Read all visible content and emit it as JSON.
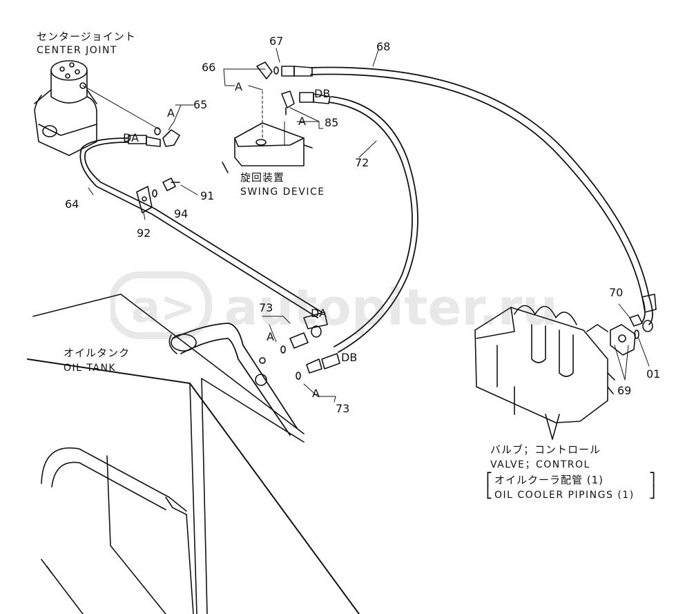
{
  "labels": {
    "center_joint_jp": "センタージョイント",
    "center_joint_en": "CENTER JOINT",
    "swing_device_jp": "旋回装置",
    "swing_device_en": "SWING DEVICE",
    "oil_tank_jp": "オイルタンク",
    "oil_tank_en": "OIL TANK",
    "valve_jp": "バルブ；コントロール",
    "valve_en": "VALVE；CONTROL",
    "cooler_jp": "オイルクーラ配管 (1)",
    "cooler_en": "OIL COOLER PIPINGS (1)"
  },
  "callouts": {
    "p64": "64",
    "p65": "65",
    "p66": "66",
    "p67": "67",
    "p68": "68",
    "p69": "69",
    "p70": "70",
    "p01": "01",
    "p72": "72",
    "p73a": "73",
    "p73b": "73",
    "p85": "85",
    "p91": "91",
    "p92": "92",
    "p94": "94"
  },
  "tags": {
    "a1": "A",
    "a2": "A",
    "a3": "A",
    "a4": "A",
    "a5": "A",
    "da1": "DA",
    "da2": "DA",
    "db1": "DB",
    "db2": "DB"
  },
  "watermark": "autopiter.ru"
}
